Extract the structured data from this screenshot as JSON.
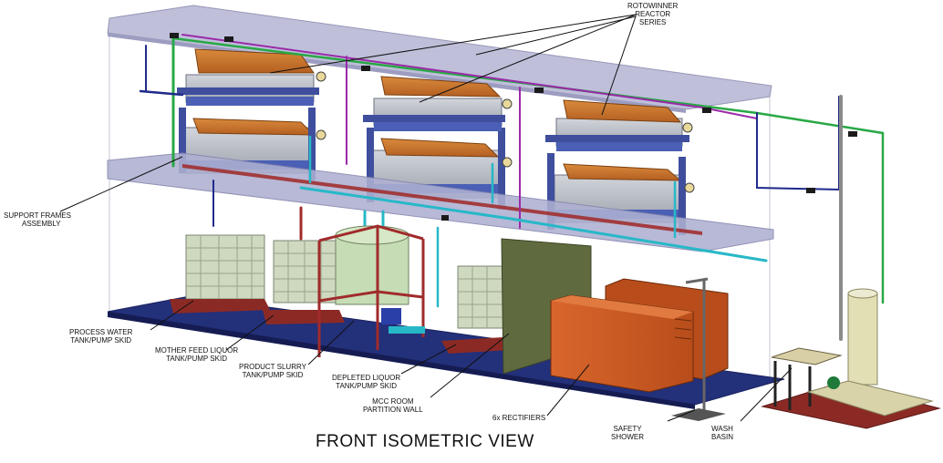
{
  "view_title": "FRONT ISOMETRIC VIEW",
  "labels": {
    "rotowinner_line1": "ROTOWINNER",
    "rotowinner_line2": "REACTOR",
    "rotowinner_line3": "SERIES",
    "support_line1": "SUPPORT FRAMES",
    "support_line2": "ASSEMBLY",
    "process_line1": "PROCESS WATER",
    "process_line2": "TANK/PUMP SKID",
    "mother_line1": "MOTHER FEED LIQUOR",
    "mother_line2": "TANK/PUMP SKID",
    "product_line1": "PRODUCT SLURRY",
    "product_line2": "TANK/PUMP SKID",
    "depleted_line1": "DEPLETED LIQUOR",
    "depleted_line2": "TANK/PUMP SKID",
    "mcc_line1": "MCC ROOM",
    "mcc_line2": "PARTITION WALL",
    "rectifiers": "6x RECTIFIERS",
    "shower_line1": "SAFETY",
    "shower_line2": "SHOWER",
    "wash_line1": "WASH",
    "wash_line2": "BASIN"
  },
  "colors": {
    "platform_upper": "#b9b9d6",
    "platform_mid": "#aeb0d2",
    "floor": "#23307a",
    "frame_blue": "#3f4f9e",
    "tank_gray": "#b8bcc4",
    "lid_orange": "#c5702b",
    "base_red": "#a02b2b",
    "ibc_green": "#cfd9c0",
    "product_tank": "#c6dcb4",
    "mcc_wall": "#5f6b3e",
    "rectifier_orange": "#cd5a23",
    "pipe_green": "#29a845",
    "pipe_purple": "#9a2aa8",
    "pipe_cyan": "#27b8c8",
    "pipe_navy": "#1f2a8c",
    "skid_floor": "#8b2a25"
  }
}
